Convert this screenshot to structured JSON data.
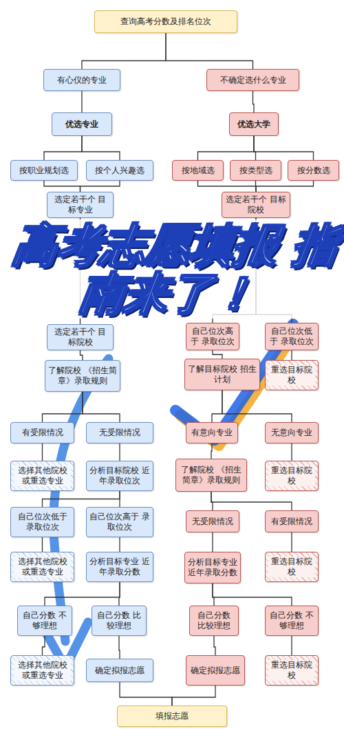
{
  "diagram": {
    "title": "高考志愿填报 指南来了！",
    "nodes": [
      {
        "text": [
          "查询高考分数及排名位次"
        ]
      },
      {
        "text": [
          "有心仪的专业"
        ]
      },
      {
        "text": [
          "不确定选什么专业"
        ]
      },
      {
        "text": [
          "优选专业"
        ]
      },
      {
        "text": [
          "优选大学"
        ]
      },
      {
        "text": [
          "按职业规划选"
        ]
      },
      {
        "text": [
          "按个人兴趣选"
        ]
      },
      {
        "text": [
          "按地域选"
        ]
      },
      {
        "text": [
          "按类型选"
        ]
      },
      {
        "text": [
          "按分数选"
        ]
      },
      {
        "text": [
          "选定若干个 目标专业"
        ]
      },
      {
        "text": [
          "选定若干个 目标院校"
        ]
      },
      {
        "text": [
          "选定若干个 目标院校"
        ]
      },
      {
        "text": [
          "自己位次高于 录取位次"
        ]
      },
      {
        "text": [
          "自己位次低于 录取位次"
        ]
      },
      {
        "text": [
          "了解院校 《招生简章》录取规则"
        ]
      },
      {
        "text": [
          "了解目标院校 招生计划"
        ]
      },
      {
        "text": [
          "重选目标院校"
        ]
      },
      {
        "text": [
          "有受限情况"
        ]
      },
      {
        "text": [
          "无受限情况"
        ]
      },
      {
        "text": [
          "有意向专业"
        ]
      },
      {
        "text": [
          "无意向专业"
        ]
      },
      {
        "text": [
          "选择其他院校 或重选专业"
        ]
      },
      {
        "text": [
          "分析目标院校 近年录取位次"
        ]
      },
      {
        "text": [
          "了解院校 《招生简章》录取规则"
        ]
      },
      {
        "text": [
          "重选目标院校"
        ]
      },
      {
        "text": [
          "自己位次低于 录取位次"
        ]
      },
      {
        "text": [
          "自己位次高于 录取位次"
        ]
      },
      {
        "text": [
          "无受限情况"
        ]
      },
      {
        "text": [
          "有受限情况"
        ]
      },
      {
        "text": [
          "选择其他院校 或重选专业"
        ]
      },
      {
        "text": [
          "分析目标专业 近年录取分数"
        ]
      },
      {
        "text": [
          "分析目标专业 近年录取分数"
        ]
      },
      {
        "text": [
          "重选目标院校"
        ]
      },
      {
        "text": [
          "自己分数 不够理想"
        ]
      },
      {
        "text": [
          "自己分数 比较理想"
        ]
      },
      {
        "text": [
          "自己分数 比较理想"
        ]
      },
      {
        "text": [
          "自己分数 不够理想"
        ]
      },
      {
        "text": [
          "选择其他院校 或重选专业"
        ]
      },
      {
        "text": [
          "确定拟报志愿"
        ]
      },
      {
        "text": [
          "确定拟报志愿"
        ]
      },
      {
        "text": [
          "重选目标院校"
        ]
      },
      {
        "text": [
          "填报志愿"
        ]
      }
    ],
    "edges": [
      {
        "from": 0,
        "to": 1,
        "arrow": "none"
      },
      {
        "from": 0,
        "to": 2,
        "arrow": "none"
      },
      {
        "from": 1,
        "to": 3,
        "arrow": "none"
      },
      {
        "from": 2,
        "to": 4,
        "arrow": "none"
      },
      {
        "from": 3,
        "to": 5,
        "arrow": "none"
      },
      {
        "from": 3,
        "to": 6,
        "arrow": "none"
      },
      {
        "from": 4,
        "to": 7,
        "arrow": "none"
      },
      {
        "from": 4,
        "to": 8,
        "arrow": "none"
      },
      {
        "from": 4,
        "to": 9,
        "arrow": "none"
      },
      {
        "from": 5,
        "to": 10,
        "arrow": "none"
      },
      {
        "from": 6,
        "to": 10,
        "arrow": "none"
      },
      {
        "from": 7,
        "to": 11,
        "arrow": "none"
      },
      {
        "from": 8,
        "to": 11,
        "arrow": "none"
      },
      {
        "from": 9,
        "to": 11,
        "arrow": "none"
      },
      {
        "from": 10,
        "to": 12,
        "arrow": "none"
      },
      {
        "from": 11,
        "to": 13,
        "arrow": "none"
      },
      {
        "from": 11,
        "to": 14,
        "arrow": "none"
      },
      {
        "from": 12,
        "to": 15,
        "arrow": "none"
      },
      {
        "from": 14,
        "to": 17,
        "arrow": "none"
      },
      {
        "from": 13,
        "to": 16,
        "arrow": "none"
      },
      {
        "from": 15,
        "to": 18,
        "arrow": "none"
      },
      {
        "from": 15,
        "to": 19,
        "arrow": "none"
      },
      {
        "from": 16,
        "to": 20,
        "arrow": "none"
      },
      {
        "from": 16,
        "to": 21,
        "arrow": "none"
      },
      {
        "from": 21,
        "to": 25,
        "arrow": "none"
      },
      {
        "from": 20,
        "to": 24,
        "arrow": "none"
      },
      {
        "from": 18,
        "to": 22,
        "arrow": "none"
      },
      {
        "from": 19,
        "to": 23,
        "arrow": "none"
      },
      {
        "from": 23,
        "to": 26,
        "arrow": "none"
      },
      {
        "from": 23,
        "to": 27,
        "arrow": "none"
      },
      {
        "from": 24,
        "to": 28,
        "arrow": "none"
      },
      {
        "from": 24,
        "to": 29,
        "arrow": "none"
      },
      {
        "from": 29,
        "to": 33,
        "arrow": "none"
      },
      {
        "from": 28,
        "to": 32,
        "arrow": "none"
      },
      {
        "from": 26,
        "to": 30,
        "arrow": "none"
      },
      {
        "from": 27,
        "to": 31,
        "arrow": "none"
      },
      {
        "from": 31,
        "to": 34,
        "arrow": "none"
      },
      {
        "from": 31,
        "to": 35,
        "arrow": "none"
      },
      {
        "from": 32,
        "to": 36,
        "arrow": "none"
      },
      {
        "from": 32,
        "to": 37,
        "arrow": "none"
      },
      {
        "from": 37,
        "to": 41,
        "arrow": "none"
      },
      {
        "from": 36,
        "to": 40,
        "arrow": "none"
      },
      {
        "from": 34,
        "to": 38,
        "arrow": "none"
      },
      {
        "from": 35,
        "to": 39,
        "arrow": "none"
      },
      {
        "from": 39,
        "to": 42,
        "arrow": "none"
      },
      {
        "from": 40,
        "to": 42,
        "arrow": "none"
      }
    ]
  }
}
